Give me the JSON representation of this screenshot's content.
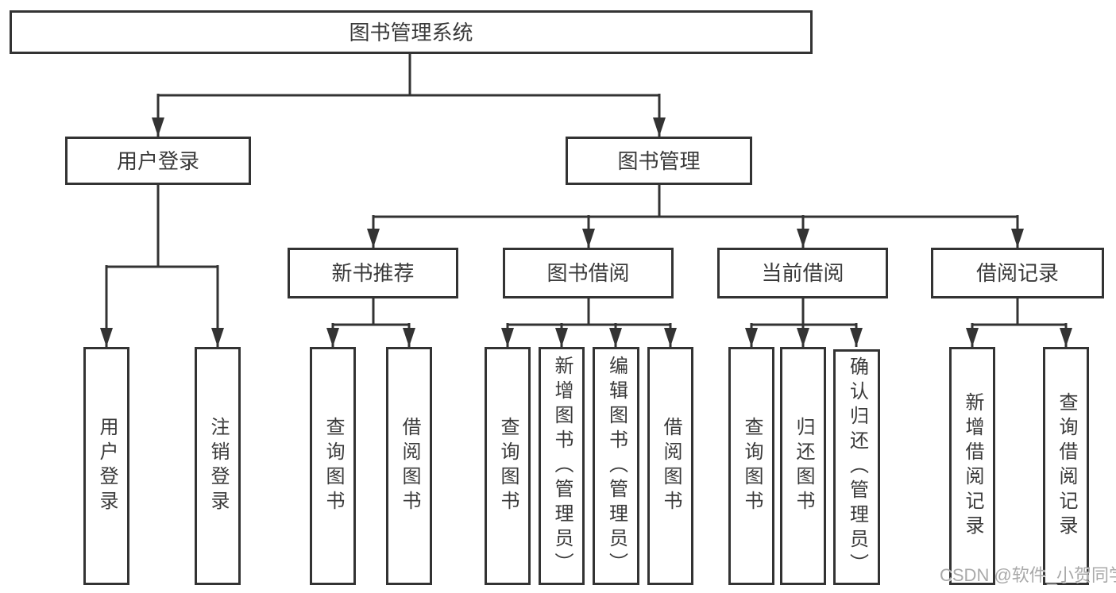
{
  "diagram": {
    "type": "tree",
    "root": {
      "label": "图书管理系统",
      "children": [
        {
          "label": "用户登录",
          "children": [
            {
              "label": "用户登录"
            },
            {
              "label": "注销登录"
            }
          ]
        },
        {
          "label": "图书管理",
          "children": [
            {
              "label": "新书推荐",
              "children": [
                {
                  "label": "查询图书"
                },
                {
                  "label": "借阅图书"
                }
              ]
            },
            {
              "label": "图书借阅",
              "children": [
                {
                  "label": "查询图书"
                },
                {
                  "label": "新增图书（管理员）"
                },
                {
                  "label": "编辑图书（管理员）"
                },
                {
                  "label": "借阅图书"
                }
              ]
            },
            {
              "label": "当前借阅",
              "children": [
                {
                  "label": "查询图书"
                },
                {
                  "label": "归还图书"
                },
                {
                  "label": "确认归还（管理员）"
                }
              ]
            },
            {
              "label": "借阅记录",
              "children": [
                {
                  "label": "新增借阅记录"
                },
                {
                  "label": "查询借阅记录"
                }
              ]
            }
          ]
        }
      ]
    }
  },
  "watermark": "CSDN @软件_小贺同学",
  "colors": {
    "line": "#333333",
    "text": "#3a3a3a",
    "watermark": "#a9a9a9",
    "bg": "#ffffff"
  }
}
